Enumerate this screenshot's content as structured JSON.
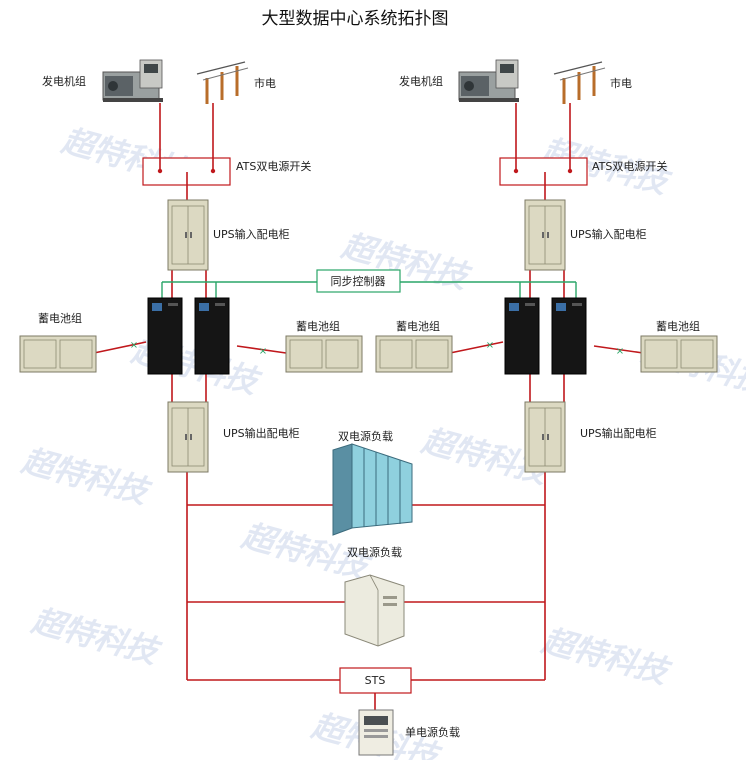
{
  "title": "大型数据中心系统拓扑图",
  "watermark": "超特科技",
  "colors": {
    "power_line": "#c0181c",
    "sync_line": "#2aa568",
    "cabinet": "#dcd9c2",
    "ups": "#151515",
    "rack": "#8fd0de"
  },
  "labels": {
    "generator": "发电机组",
    "utility": "市电",
    "ats": "ATS双电源开关",
    "ups_input": "UPS输入配电柜",
    "sync": "同步控制器",
    "battery": "蓄电池组",
    "ups_output": "UPS输出配电柜",
    "dual_load": "双电源负载",
    "sts": "STS",
    "single_load": "单电源负载"
  }
}
